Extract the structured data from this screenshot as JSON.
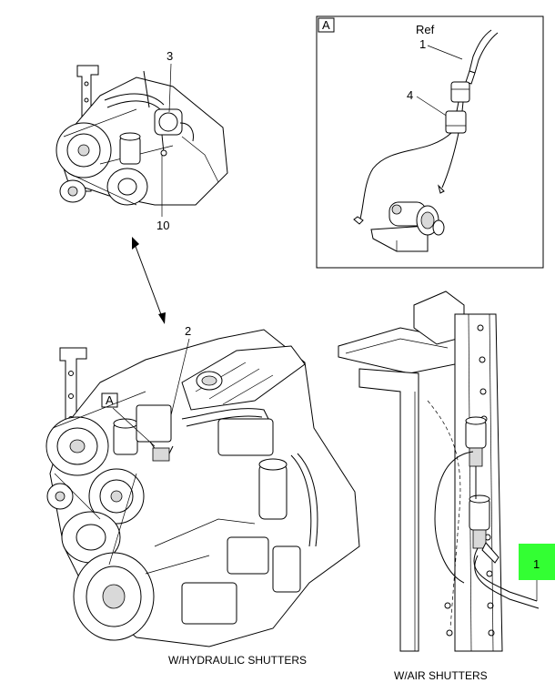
{
  "callouts": {
    "detail_label": "A",
    "ref": "Ref",
    "c1_top": "1",
    "c4": "4",
    "c3": "3",
    "c10": "10",
    "c2": "2",
    "a_engine": "A",
    "c1_green": "1"
  },
  "captions": {
    "hydraulic": "W/HYDRAULIC SHUTTERS",
    "air": "W/AIR SHUTTERS"
  },
  "colors": {
    "highlight": "#33ff33",
    "line": "#000000"
  }
}
